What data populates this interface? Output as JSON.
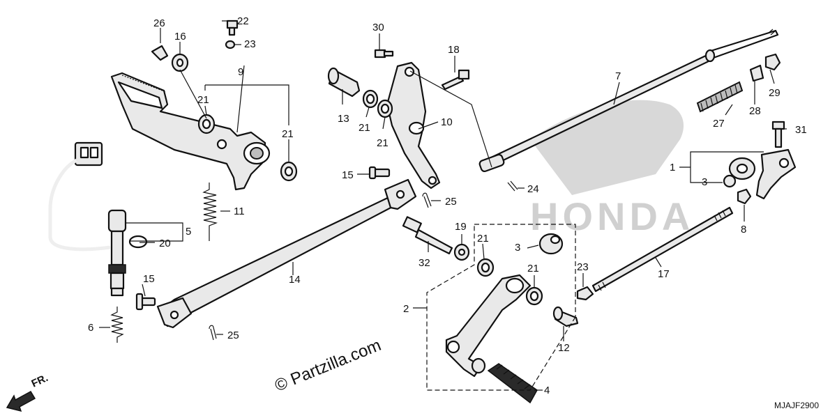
{
  "diagram": {
    "watermark": "© Partzilla.com",
    "code": "MJAJF2900",
    "front_label": "FR.",
    "brand_mark": "HONDA"
  },
  "callouts": {
    "c1": "1",
    "c2": "2",
    "c3a": "3",
    "c3b": "3",
    "c4": "4",
    "c5": "5",
    "c6": "6",
    "c7": "7",
    "c8": "8",
    "c9": "9",
    "c10": "10",
    "c11": "11",
    "c12": "12",
    "c13": "13",
    "c14": "14",
    "c15a": "15",
    "c15b": "15",
    "c16": "16",
    "c17": "17",
    "c18": "18",
    "c19": "19",
    "c20": "20",
    "c21a": "21",
    "c21b": "21",
    "c21c": "21",
    "c21d": "21",
    "c21e": "21",
    "c21f": "21",
    "c22": "22",
    "c23a": "23",
    "c23b": "23",
    "c24": "24",
    "c25a": "25",
    "c25b": "25",
    "c26": "26",
    "c27": "27",
    "c28": "28",
    "c29": "29",
    "c30": "30",
    "c31": "31",
    "c32": "32"
  }
}
